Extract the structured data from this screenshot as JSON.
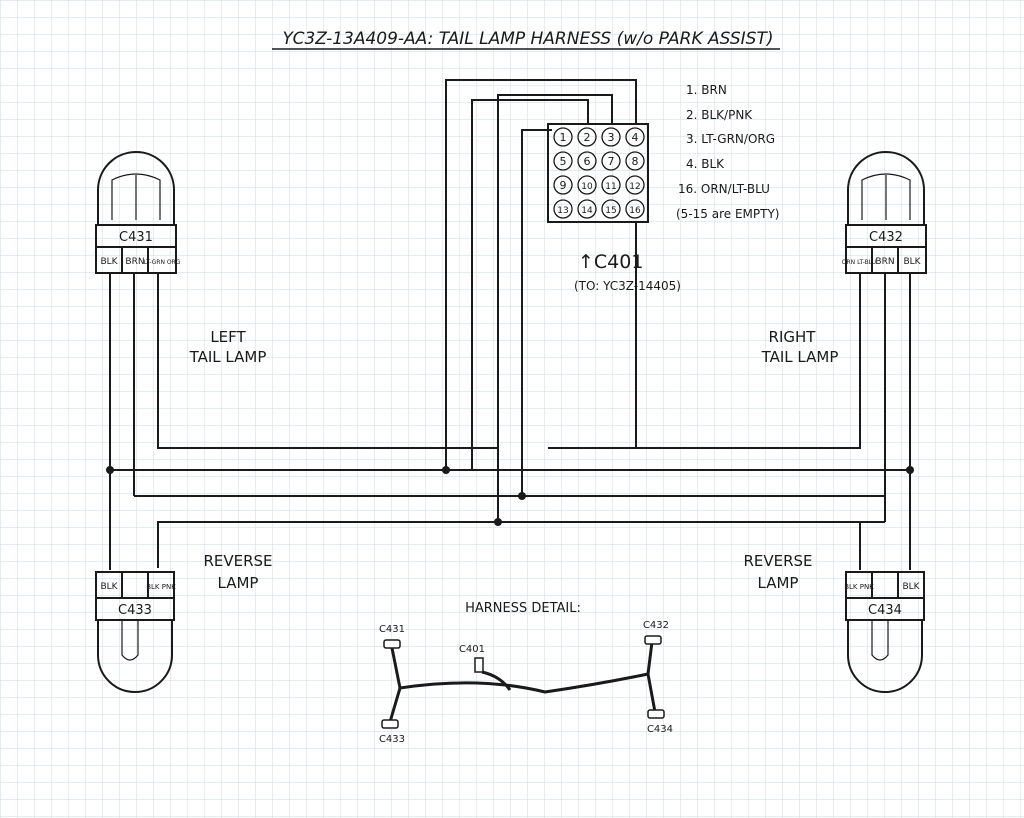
{
  "title": "YC3Z-13A409-AA: TAIL LAMP HARNESS (w/o PARK ASSIST)",
  "colors": {
    "paper": "#ffffff",
    "grid": "#c9dde3",
    "ink": "#1a1a1a"
  },
  "pin_legend": {
    "lines": [
      "1. BRN",
      "2. BLK/PNK",
      "3. LT-GRN/ORG",
      "4. BLK",
      "16. ORN/LT-BLU",
      "(5-15 are EMPTY)"
    ]
  },
  "c401": {
    "pins": [
      "1",
      "2",
      "3",
      "4",
      "5",
      "6",
      "7",
      "8",
      "9",
      "10",
      "11",
      "12",
      "13",
      "14",
      "15",
      "16"
    ],
    "label": "↑C401",
    "sublabel": "(TO: YC3Z-14405)"
  },
  "lamps": {
    "c431": {
      "name": "C431",
      "pins": [
        "BLK",
        "BRN",
        "LT-GRN ORG"
      ]
    },
    "c432": {
      "name": "C432",
      "pins": [
        "ORN LT-BLU",
        "BRN",
        "BLK"
      ]
    },
    "c433": {
      "name": "C433",
      "pins": [
        "BLK",
        "",
        "BLK PNK"
      ]
    },
    "c434": {
      "name": "C434",
      "pins": [
        "BLK PNK",
        "BLK"
      ]
    }
  },
  "labels": {
    "left_tail_1": "LEFT",
    "left_tail_2": "TAIL LAMP",
    "right_tail_1": "RIGHT",
    "right_tail_2": "TAIL LAMP",
    "rev_left_1": "REVERSE",
    "rev_left_2": "LAMP",
    "rev_right_1": "REVERSE",
    "rev_right_2": "LAMP"
  },
  "harness_detail": {
    "title": "HARNESS DETAIL:",
    "c431": "C431",
    "c432": "C432",
    "c401": "C401",
    "c433": "C433",
    "c434": "C434"
  }
}
